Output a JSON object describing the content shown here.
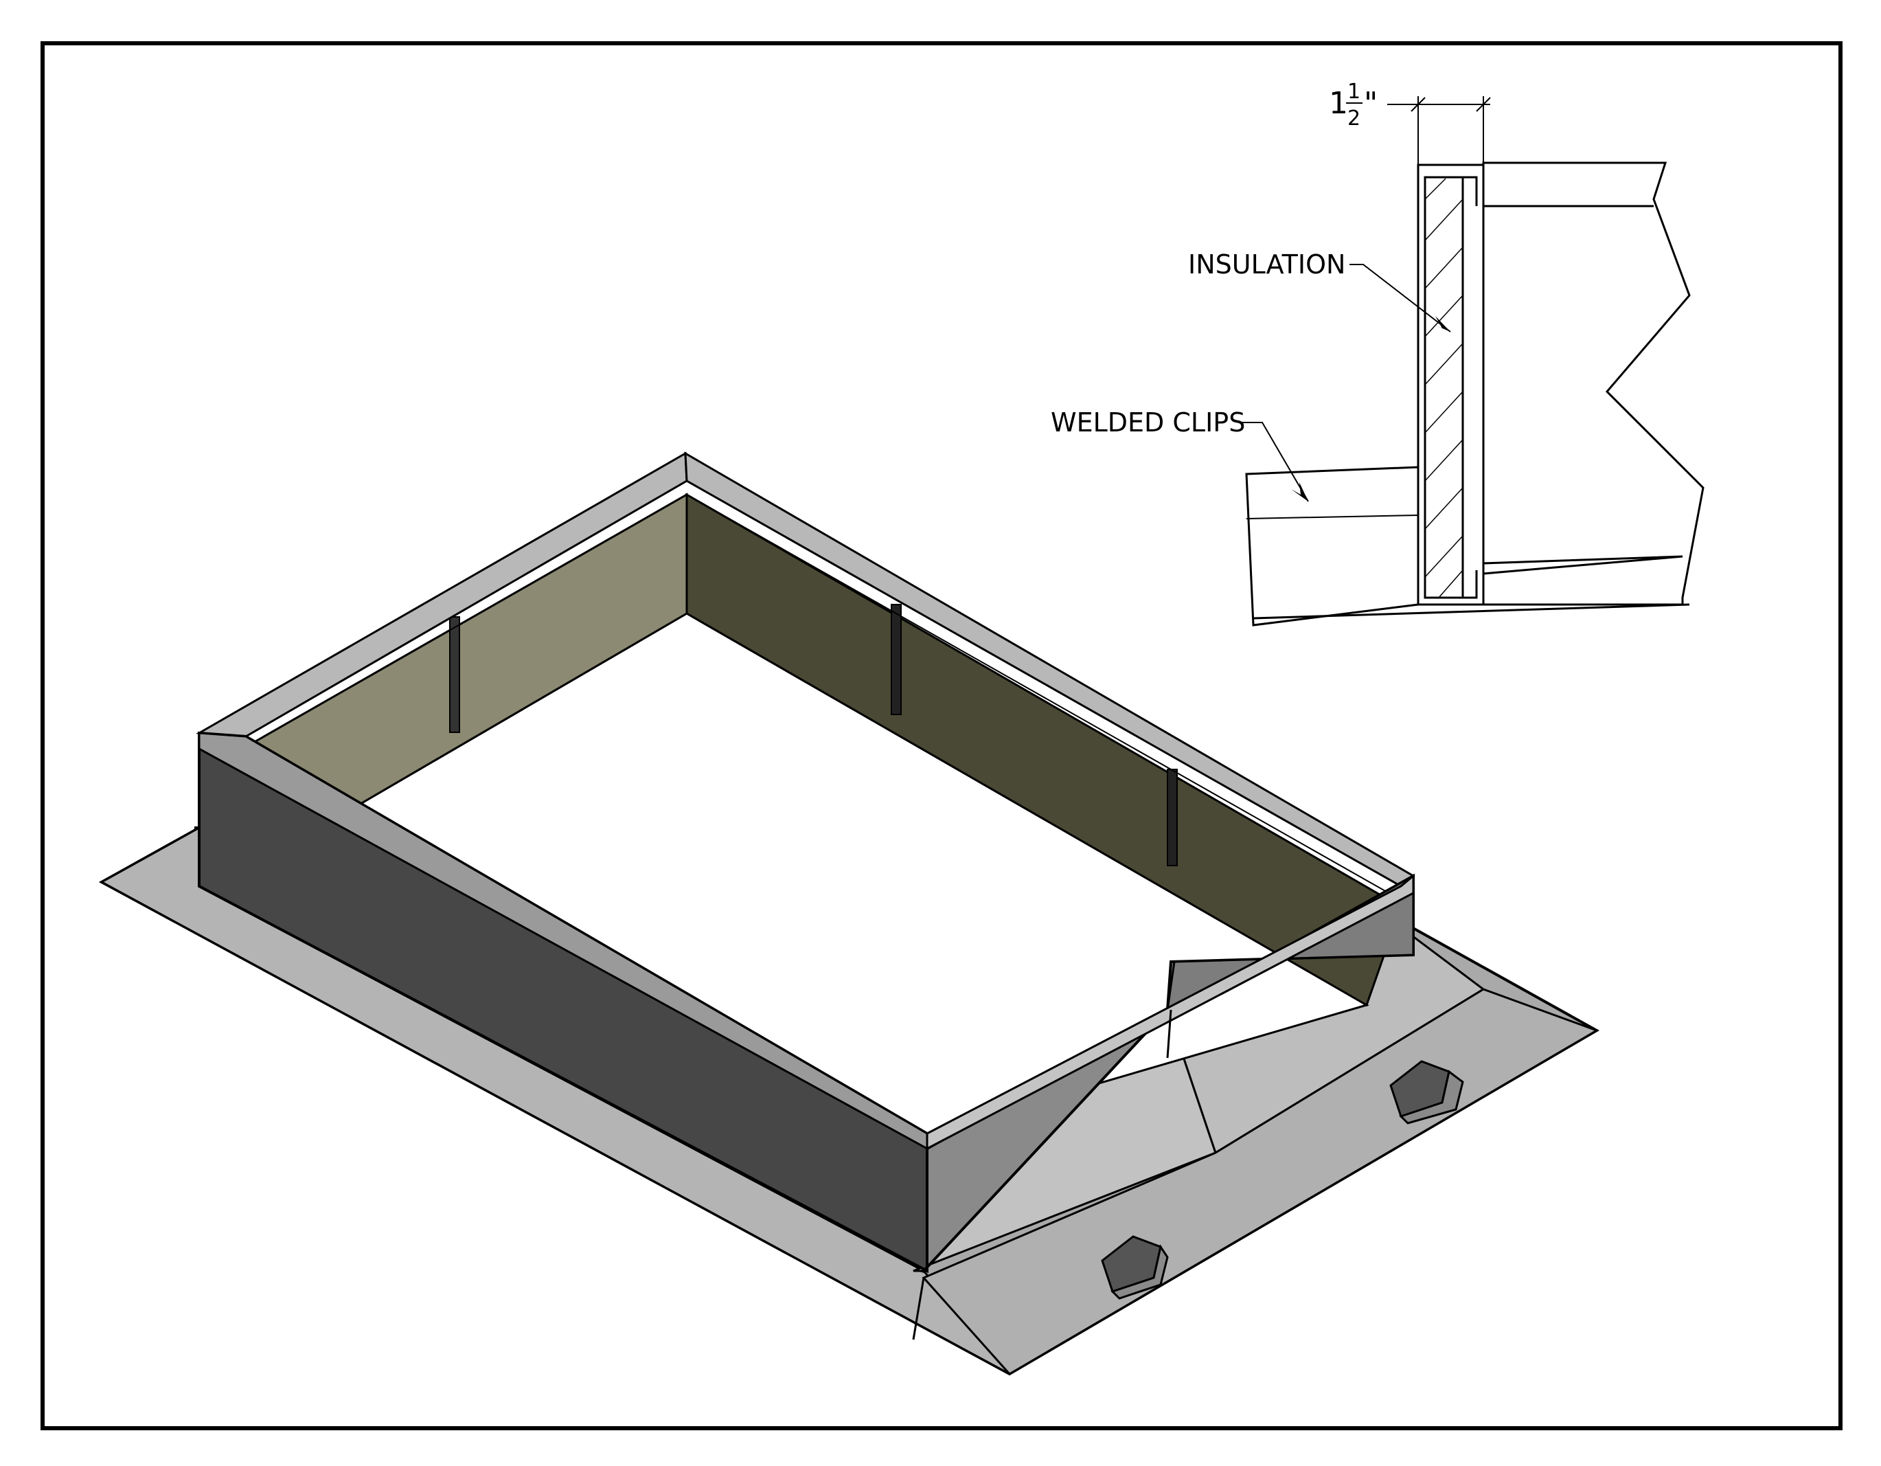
{
  "detail": {
    "dimension_whole": "1",
    "dimension_num": "1",
    "dimension_den": "2",
    "dimension_unit": "\"",
    "insulation_label": "INSULATION",
    "welded_clips_label": "WELDED CLIPS"
  },
  "colors": {
    "frame_outer_dark": "#474747",
    "frame_outer_mid": "#8a8a8a",
    "frame_top": "#b8b8b8",
    "flange": "#a8a8a8",
    "flange_light": "#bdbdbd",
    "insulation_left": "#8c8a72",
    "insulation_back": "#4a4935",
    "border": "#000000"
  }
}
